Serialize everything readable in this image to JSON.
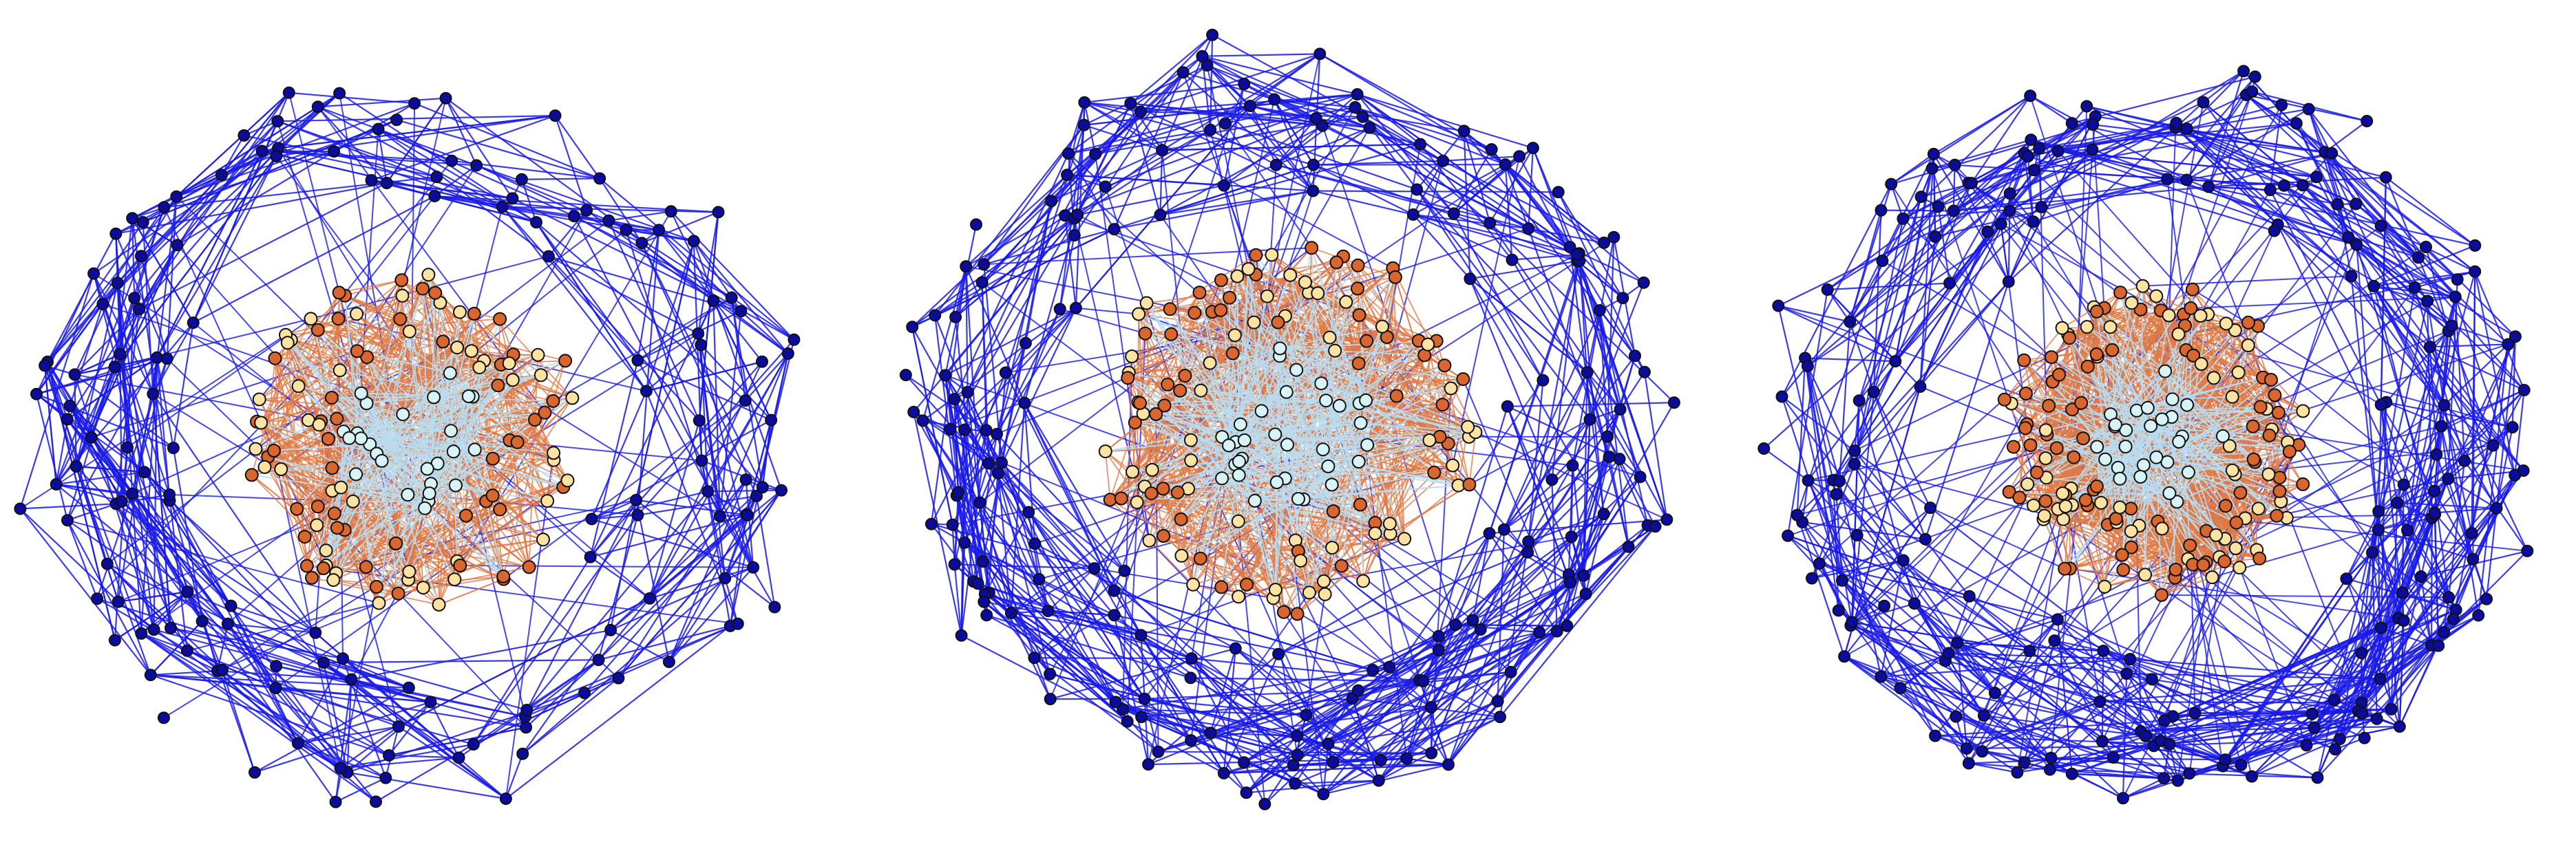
{
  "figure": {
    "type": "network-graph-panels",
    "colors": {
      "background": "#ffffff",
      "outer_edge": "#1a1ae6",
      "outer_node": "#0c0c9c",
      "mid_edge": "#e07a45",
      "mid_node": "#d9652f",
      "light_edge": "#b9dcf0",
      "light_node": "#d8f3f5",
      "pale_node": "#fce3a3",
      "node_stroke": "#111111"
    },
    "node_classes": [
      "outer-blue",
      "orange",
      "pale-yellow",
      "light-cyan"
    ],
    "panels": [
      {
        "name": "graph-panel-left"
      },
      {
        "name": "graph-panel-middle"
      },
      {
        "name": "graph-panel-right"
      }
    ]
  }
}
